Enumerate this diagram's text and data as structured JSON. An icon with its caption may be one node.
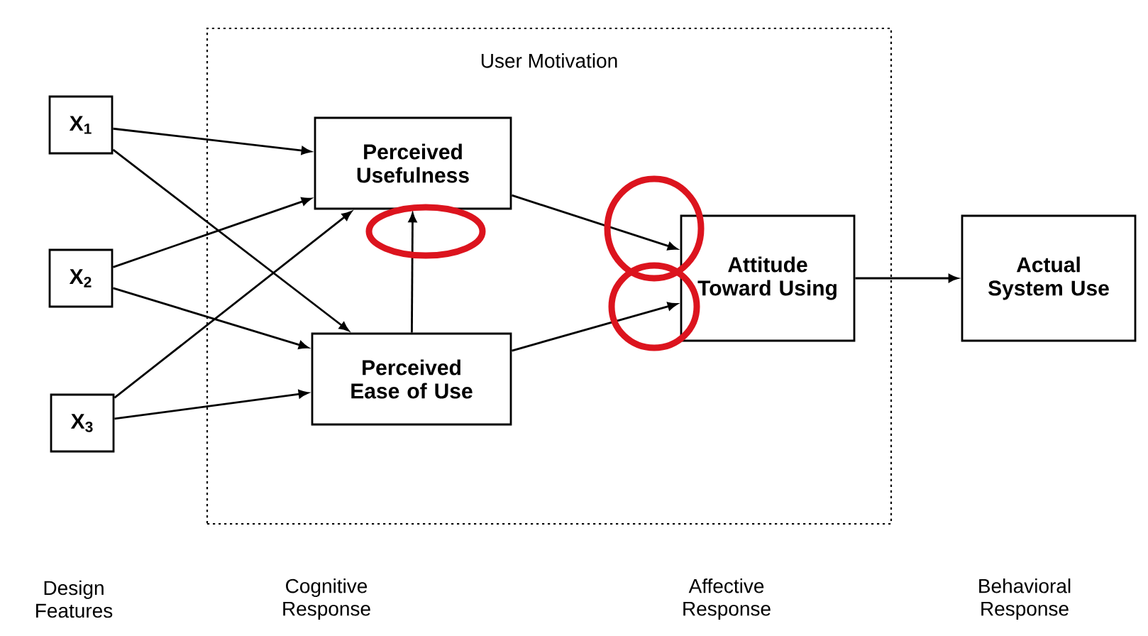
{
  "diagram": {
    "nodes": [
      {
        "text": [
          "User Motivation"
        ]
      },
      {
        "text": [
          "X$_{1}$"
        ]
      },
      {
        "text": [
          "X$_{2}$"
        ]
      },
      {
        "text": [
          "X$_{3}$"
        ]
      },
      {
        "text": [
          "Perceived Usefulness"
        ],
        "in": 0
      },
      {
        "text": [
          "Perceived Ease of Use"
        ],
        "in": 0
      },
      {
        "text": [
          "Attitude Toward Using"
        ],
        "in": 0
      },
      {
        "text": [
          "Actual System Use"
        ]
      }
    ],
    "edges": [
      {
        "from": 1,
        "to": 4,
        "arrow": "to"
      },
      {
        "from": 1,
        "to": 5,
        "arrow": "to"
      },
      {
        "from": 2,
        "to": 4,
        "arrow": "to"
      },
      {
        "from": 2,
        "to": 5,
        "arrow": "to"
      },
      {
        "from": 3,
        "to": 4,
        "arrow": "to"
      },
      {
        "from": 3,
        "to": 5,
        "arrow": "to"
      },
      {
        "from": 5,
        "to": 4,
        "arrow": "to"
      },
      {
        "from": 4,
        "to": 6,
        "arrow": "to"
      },
      {
        "from": 5,
        "to": 6,
        "arrow": "to"
      },
      {
        "from": 6,
        "to": 7,
        "arrow": "to"
      }
    ],
    "labels": [
      "Design Features",
      "Cognitive Response",
      "Affective Response",
      "Behavioral Response"
    ]
  }
}
